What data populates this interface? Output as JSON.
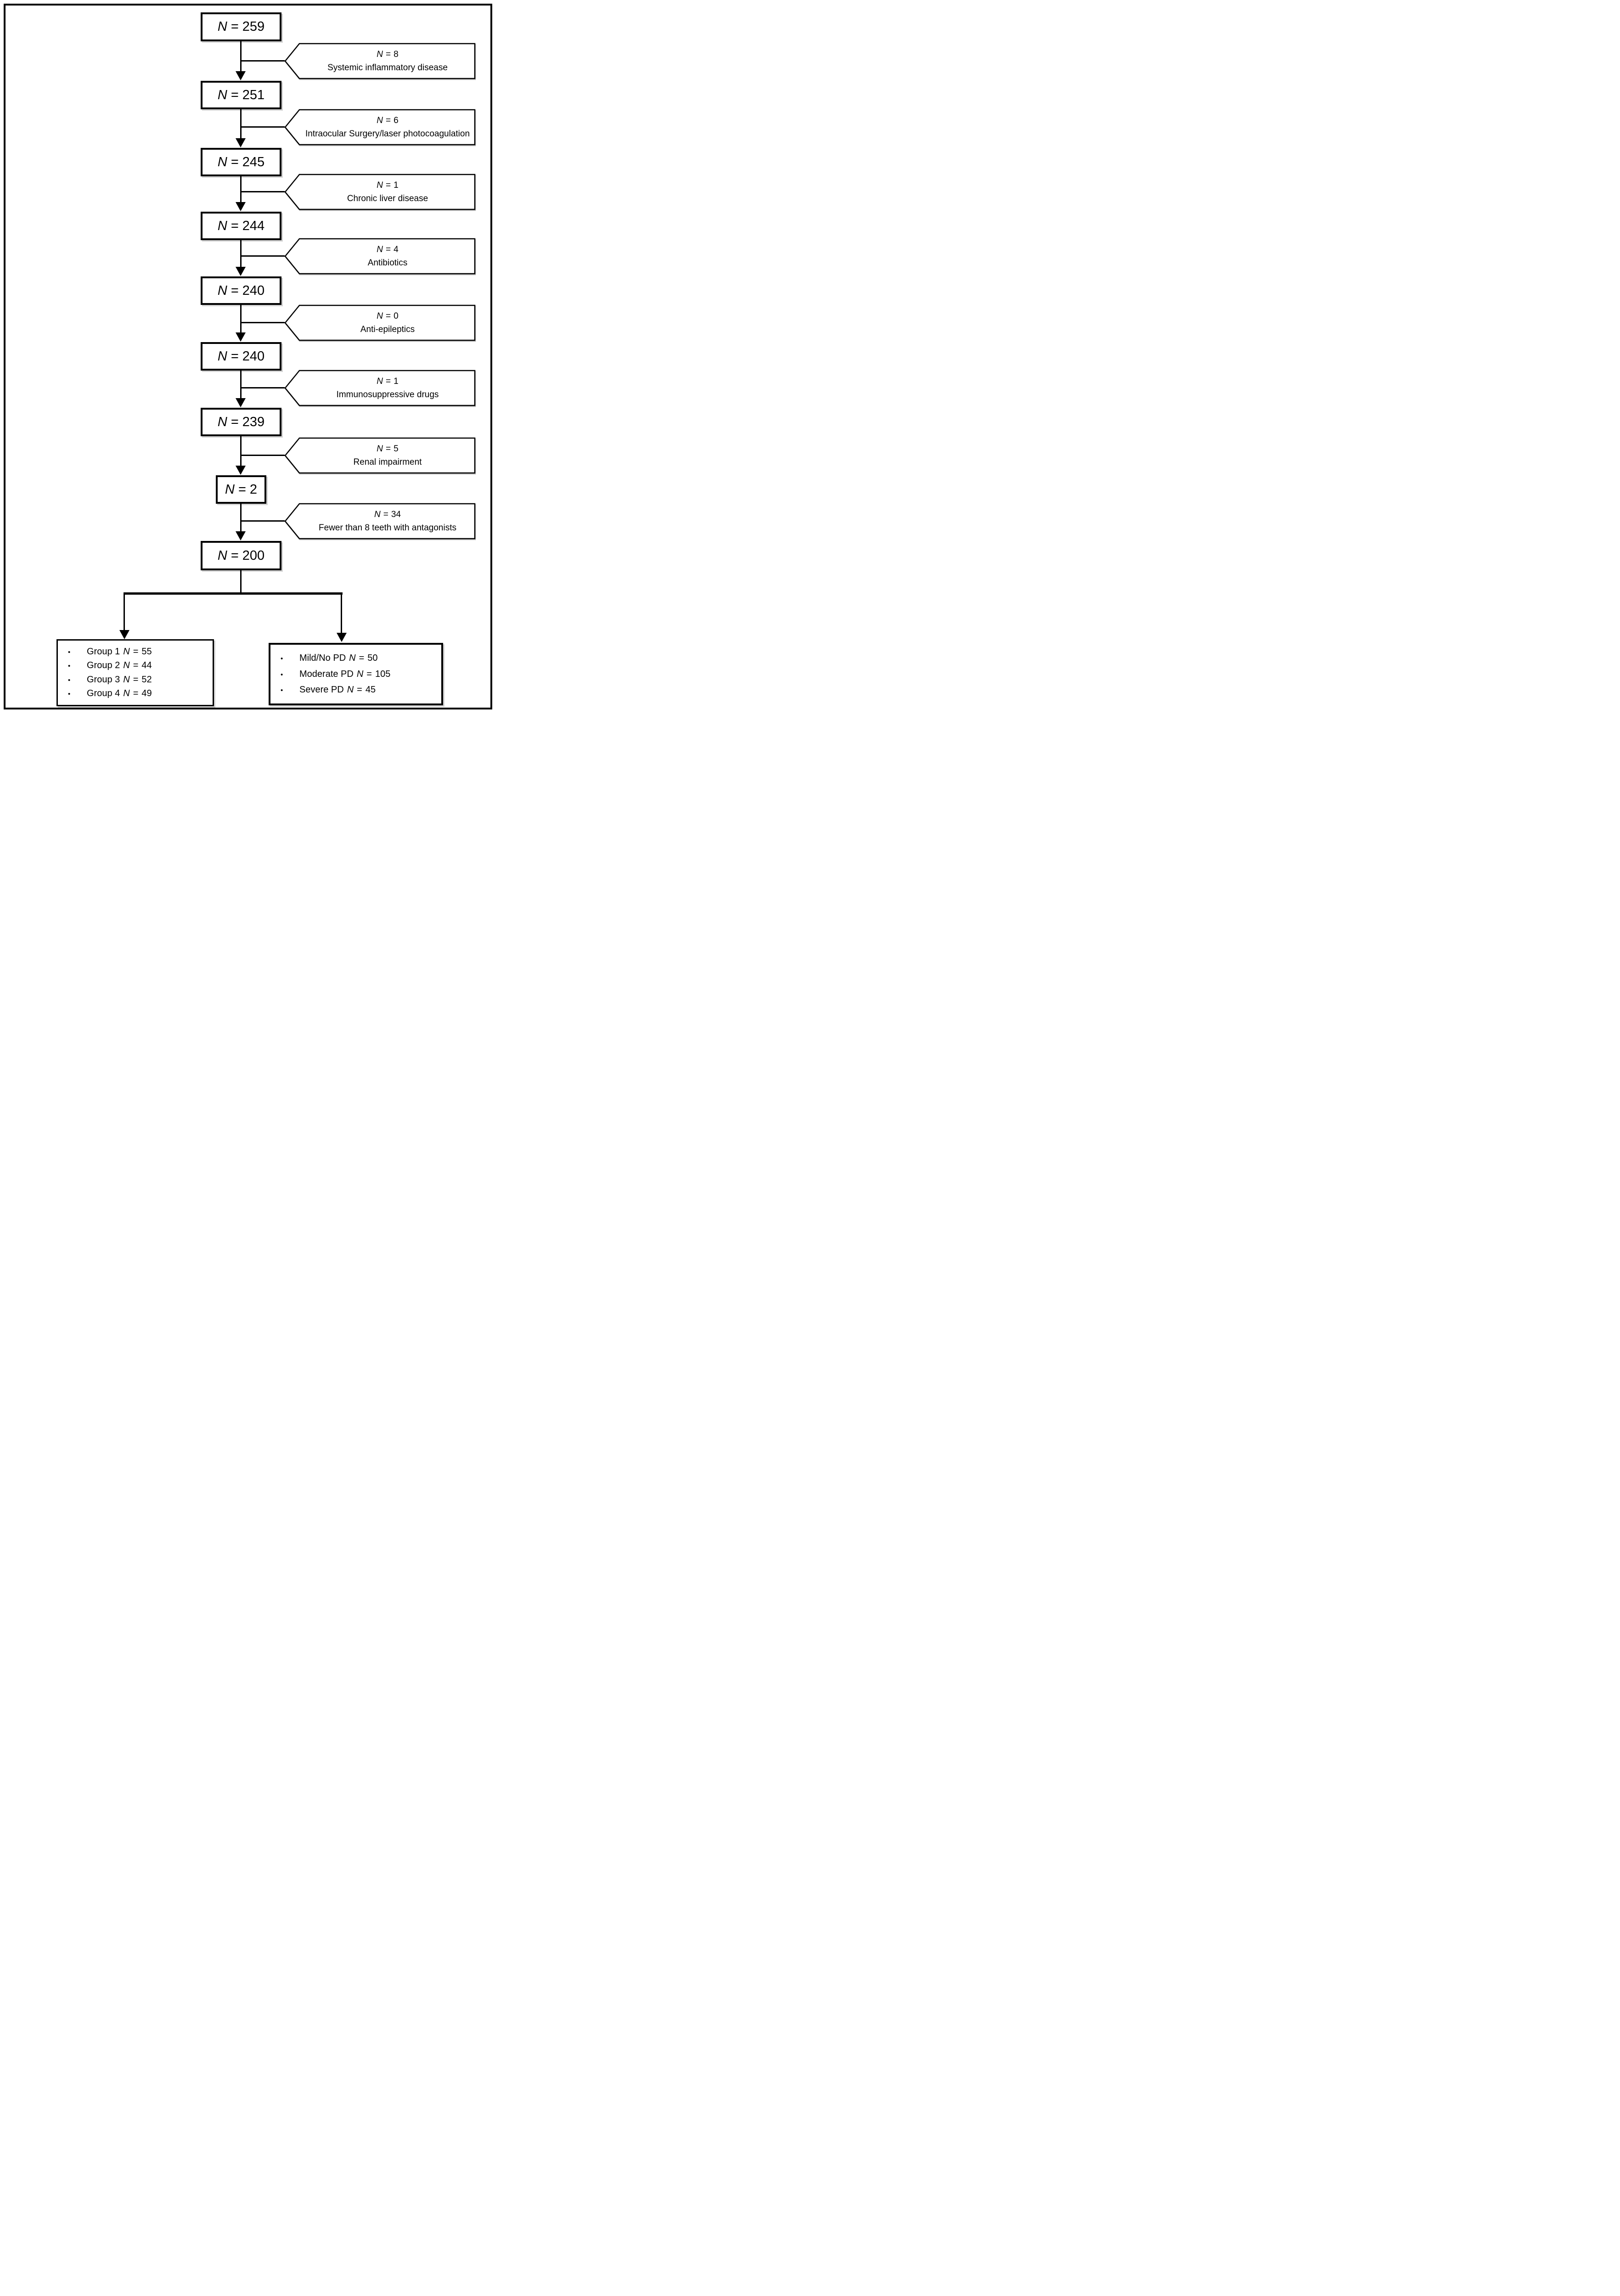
{
  "labels": {
    "n": "N",
    "eq": "=",
    "bullet": "•"
  },
  "flow": {
    "boxes": [
      "259",
      "251",
      "245",
      "244",
      "240",
      "240",
      "239",
      "2",
      "200"
    ],
    "callouts": [
      {
        "n": "8",
        "reason": "Systemic inflammatory  disease"
      },
      {
        "n": "6",
        "reason": "Intraocular Surgery/laser photocoagulation"
      },
      {
        "n": "1",
        "reason": "Chronic liver disease"
      },
      {
        "n": "4",
        "reason": "Antibiotics"
      },
      {
        "n": "0",
        "reason": "Anti-epileptics"
      },
      {
        "n": "1",
        "reason": "Immunosuppressive drugs"
      },
      {
        "n": "5",
        "reason": "Renal impairment"
      },
      {
        "n": "34",
        "reason": "Fewer than 8 teeth with antagonists"
      }
    ],
    "left_group": {
      "items": [
        {
          "label": "Group 1",
          "n": "55"
        },
        {
          "label": "Group 2",
          "n": "44"
        },
        {
          "label": "Group 3",
          "n": "52"
        },
        {
          "label": "Group 4",
          "n": "49"
        }
      ]
    },
    "right_group": {
      "items": [
        {
          "label": "Mild/No PD",
          "n": "50"
        },
        {
          "label": "Moderate PD",
          "n": "105"
        },
        {
          "label": "Severe PD",
          "n": "45"
        }
      ]
    }
  },
  "colors": {
    "ink": "#000000",
    "paper": "#ffffff"
  }
}
